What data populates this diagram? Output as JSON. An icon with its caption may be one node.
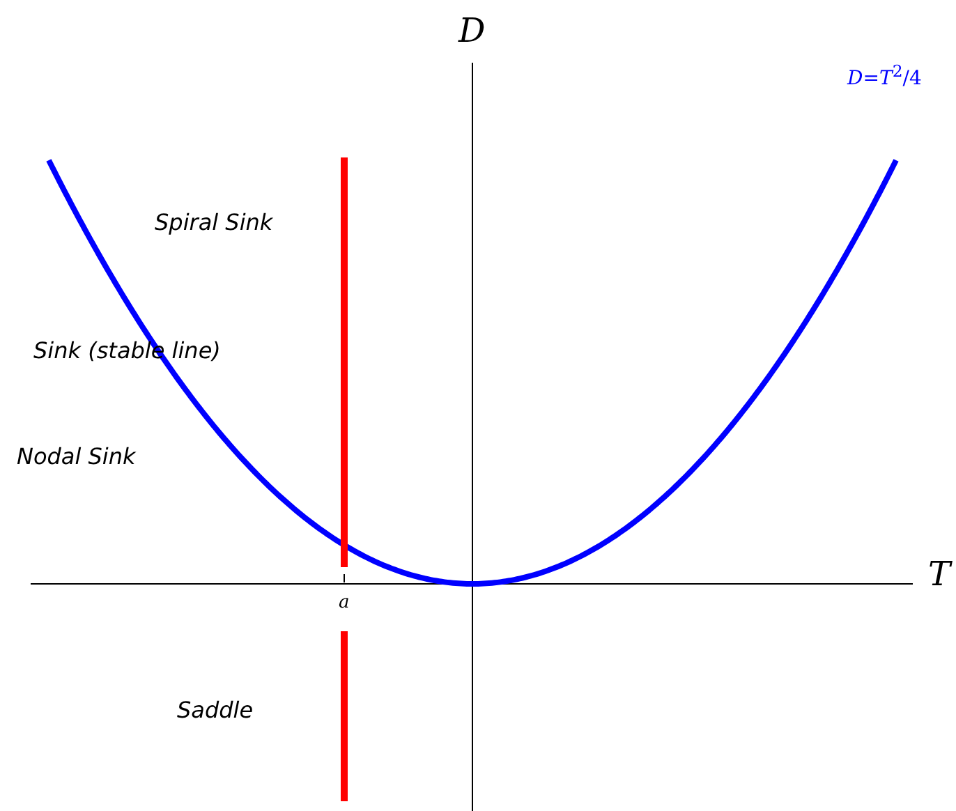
{
  "diagram": {
    "labels": [
      "D",
      "*D*=*T*$^{2}$/4",
      "Spiral Sink",
      "Sink (stable line)",
      "Nodal Sink",
      "T",
      "a",
      "Saddle"
    ]
  }
}
